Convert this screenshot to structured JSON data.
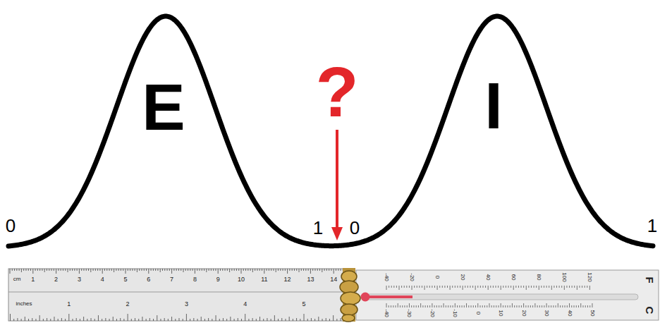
{
  "diagram": {
    "labels": [
      "E",
      "?",
      "I",
      "0",
      "1",
      "0",
      "1",
      "cm",
      "1",
      "2",
      "3",
      "4",
      "5",
      "6",
      "7",
      "8",
      "9",
      "10",
      "11",
      "12",
      "13",
      "14",
      "inches",
      "1",
      "2",
      "3",
      "4",
      "5",
      "-40",
      "-20",
      "0",
      "20",
      "40",
      "60",
      "80",
      "100",
      "120",
      "F",
      "-40",
      "-30",
      "-20",
      "-10",
      "0",
      "10",
      "20",
      "30",
      "40",
      "50",
      "C"
    ]
  }
}
